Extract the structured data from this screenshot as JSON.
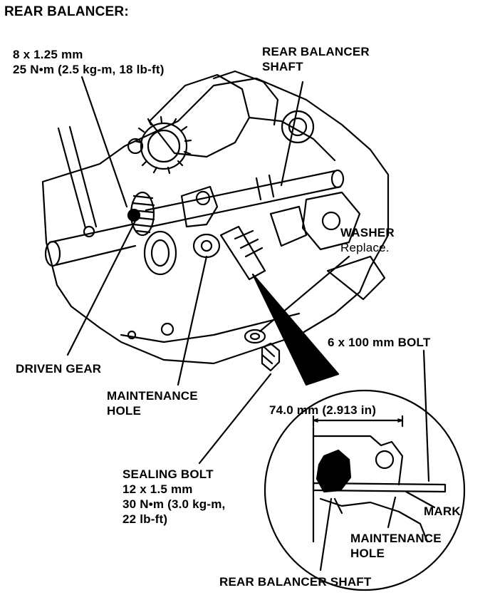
{
  "title": "REAR BALANCER:",
  "bolt_spec": {
    "line1": "8 x 1.25 mm",
    "line2": "25 N•m (2.5 kg-m, 18 lb-ft)"
  },
  "rear_balancer_shaft": {
    "line1": "REAR BALANCER",
    "line2": "SHAFT"
  },
  "washer": {
    "label": "WASHER",
    "note": "Replace."
  },
  "driven_gear": "DRIVEN GEAR",
  "maintenance_hole": {
    "line1": "MAINTENANCE",
    "line2": "HOLE"
  },
  "long_bolt": "6 x 100 mm BOLT",
  "dimension": "74.0 mm (2.913 in)",
  "sealing_bolt": {
    "line1": "SEALING BOLT",
    "line2": "12 x 1.5 mm",
    "line3": "30 N•m (3.0 kg-m,",
    "line4": "22 lb-ft)"
  },
  "detail": {
    "mark": "MARK",
    "maintenance_hole_line1": "MAINTENANCE",
    "maintenance_hole_line2": "HOLE",
    "shaft": "REAR BALANCER SHAFT"
  }
}
